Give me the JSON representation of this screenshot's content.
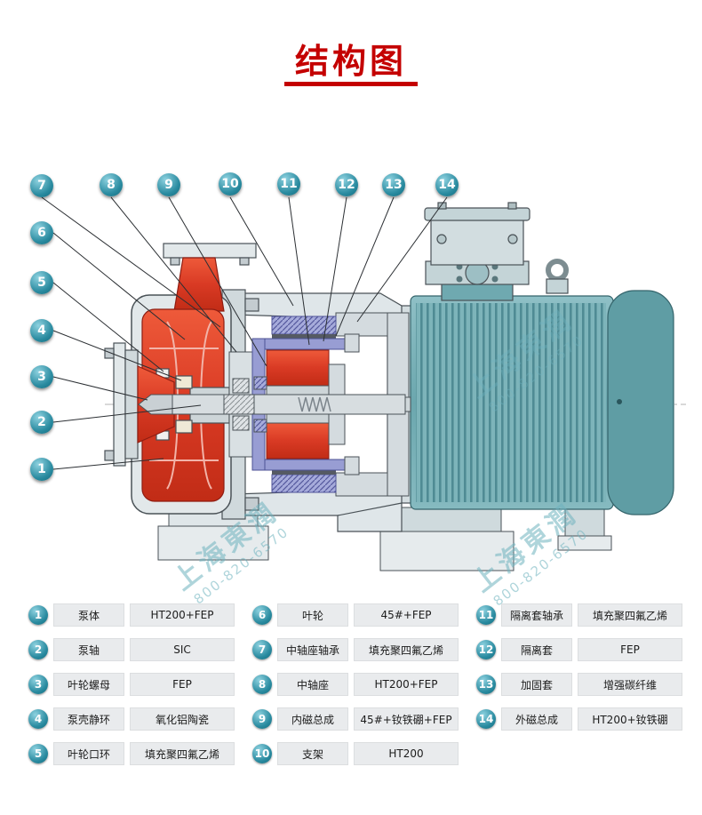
{
  "title": "结构图",
  "watermark": {
    "brand": "上海東潤",
    "phone": "800-820-6570"
  },
  "balloons": {
    "top": [
      "7",
      "8",
      "9",
      "10",
      "11",
      "12",
      "13",
      "14"
    ],
    "left": [
      "6",
      "5",
      "4",
      "3",
      "2",
      "1"
    ]
  },
  "legend": {
    "col1": [
      {
        "num": "1",
        "name": "泵体",
        "material": "HT200+FEP"
      },
      {
        "num": "2",
        "name": "泵轴",
        "material": "SIC"
      },
      {
        "num": "3",
        "name": "叶轮螺母",
        "material": "FEP"
      },
      {
        "num": "4",
        "name": "泵壳静环",
        "material": "氧化铝陶瓷"
      },
      {
        "num": "5",
        "name": "叶轮口环",
        "material": "填充聚四氟乙烯"
      }
    ],
    "col2": [
      {
        "num": "6",
        "name": "叶轮",
        "material": "45#+FEP"
      },
      {
        "num": "7",
        "name": "中轴座轴承",
        "material": "填充聚四氟乙烯"
      },
      {
        "num": "8",
        "name": "中轴座",
        "material": "HT200+FEP"
      },
      {
        "num": "9",
        "name": "内磁总成",
        "material": "45#+钕铁硼+FEP"
      },
      {
        "num": "10",
        "name": "支架",
        "material": "HT200"
      }
    ],
    "col3": [
      {
        "num": "11",
        "name": "隔离套轴承",
        "material": "填充聚四氟乙烯"
      },
      {
        "num": "12",
        "name": "隔离套",
        "material": "FEP"
      },
      {
        "num": "13",
        "name": "加固套",
        "material": "增强碳纤维"
      },
      {
        "num": "14",
        "name": "外磁总成",
        "material": "HT200+钕铁硼"
      }
    ]
  },
  "colors": {
    "accent_red": "#c40000",
    "balloon_teal": "#1e8aa0",
    "motor_teal": "#6ba7ae",
    "pump_red": "#d93a24",
    "magnet_purple": "#9297cd"
  }
}
